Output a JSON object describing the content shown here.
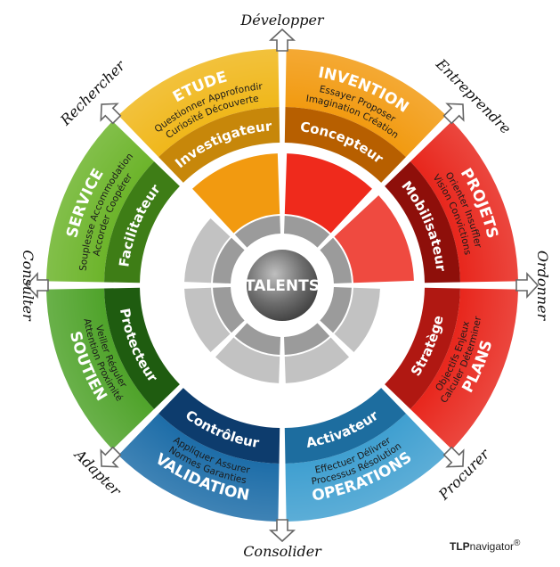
{
  "center": {
    "label": "TALENTS"
  },
  "segments": [
    {
      "key": "invention",
      "title": "INVENTION",
      "words": [
        "Essayer Proposer",
        "Imagination Création"
      ],
      "role": "Concepteur",
      "color": "#f29a10",
      "dark": "#b75f00"
    },
    {
      "key": "projets",
      "title": "PROJETS",
      "words": [
        "Orienter Insuffler",
        "Vision Convictions"
      ],
      "role": "Mobilisateur",
      "color": "#e8261c",
      "dark": "#8e0f0a"
    },
    {
      "key": "plans",
      "title": "PLANS",
      "words": [
        "Calculer Déterminer",
        "Objectifs Enjeux"
      ],
      "role": "Stratège",
      "color": "#e8261c",
      "dark": "#b01812"
    },
    {
      "key": "operations",
      "title": "OPERATIONS",
      "words": [
        "Processus Résolution",
        "Effectuer Délivrer"
      ],
      "role": "Activateur",
      "color": "#3f9fd0",
      "dark": "#1d6d9f"
    },
    {
      "key": "validation",
      "title": "VALIDATION",
      "words": [
        "Normes Garanties",
        "Appliquer Assurer"
      ],
      "role": "Contrôleur",
      "color": "#1d6da8",
      "dark": "#0d3c6d"
    },
    {
      "key": "soutien",
      "title": "SOUTIEN",
      "words": [
        "Attention Proximité",
        "Veiller Réguler"
      ],
      "role": "Protecteur",
      "color": "#4fa32a",
      "dark": "#1f5c10"
    },
    {
      "key": "service",
      "title": "SERVICE",
      "words": [
        "Souplesse Accommodation",
        "Accorder Coopérer"
      ],
      "role": "Facilitateur",
      "color": "#6cb42a",
      "dark": "#3e7d16"
    },
    {
      "key": "etude",
      "title": "ETUDE",
      "words": [
        "Questionner Approfondir",
        "Curiosité Découverte"
      ],
      "role": "Investigateur",
      "color": "#f0b71a",
      "dark": "#c7870a"
    }
  ],
  "outer_words": [
    "Développer",
    "Entreprendre",
    "Ordonner",
    "Procurer",
    "Consolider",
    "Adapter",
    "Consulter",
    "Rechercher"
  ],
  "talent_blocks": [
    {
      "ring": "outer",
      "index": 0,
      "filled": true,
      "color": "#ef2a1c"
    },
    {
      "ring": "outer",
      "index": 1,
      "filled": true,
      "color": "#ef4a40"
    },
    {
      "ring": "outer",
      "index": 7,
      "filled": true,
      "color": "#f29a10"
    }
  ],
  "colors": {
    "filled_gray": "#c2c2c2",
    "divider": "#e6e6e6"
  },
  "brand": {
    "name": "TLP",
    "suffix": "navigator",
    "mark": "®"
  }
}
